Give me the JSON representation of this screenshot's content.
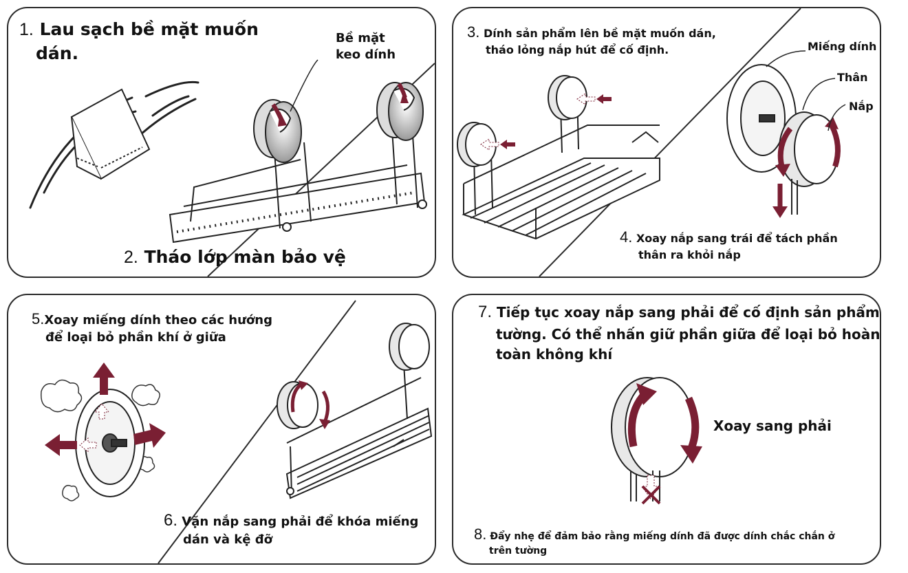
{
  "colors": {
    "accent": "#7a1f33",
    "line": "#2a2a2a"
  },
  "panel1": {
    "step1_num": "1.",
    "step1_line1": "Lau sạch bề mặt muốn",
    "step1_line2": "dán.",
    "label_line1": "Bề mặt",
    "label_line2": "keo dính",
    "step2_num": "2.",
    "step2_text": "Tháo lớp màn bảo vệ"
  },
  "panel2": {
    "step3_num": "3.",
    "step3_line1": "Dính sản phẩm lên bề mặt muốn dán,",
    "step3_line2": "tháo lỏng nắp hút để cố định.",
    "label_adhesive": "Miếng dính",
    "label_body": "Thân",
    "label_cap": "Nắp",
    "step4_num": "4.",
    "step4_line1": "Xoay nắp sang trái để tách phần",
    "step4_line2": "thân ra khỏi nắp"
  },
  "panel3": {
    "step5_num": "5.",
    "step5_line1": "Xoay miếng dính theo các hướng",
    "step5_line2": "để loại bỏ phần khí ở giữa",
    "step6_num": "6.",
    "step6_line1": "Vặn nắp sang phải để khóa miếng",
    "step6_line2": "dán và kệ đỡ"
  },
  "panel4": {
    "step7_num": "7.",
    "step7_line1": "Tiếp tục xoay nắp sang phải để cố định sản phẩm lên",
    "step7_line2": "tường. Có thể nhấn giữ phần giữa để loại bỏ hoàn",
    "step7_line3": "toàn không khí",
    "rotate_label": "Xoay sang phải",
    "step8_num": "8.",
    "step8_line1": "Đẩy nhẹ để đảm bảo rằng miếng dính đã được dính chắc chắn ở",
    "step8_line2": "trên tường"
  }
}
